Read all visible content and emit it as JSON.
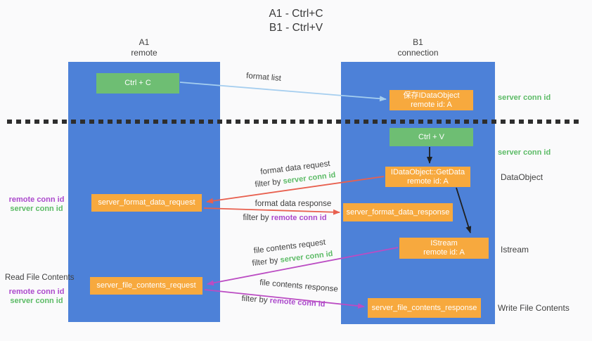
{
  "title": {
    "line1": "A1 - Ctrl+C",
    "line2": "B1 - Ctrl+V"
  },
  "columns": {
    "left": {
      "id": "A1",
      "role": "remote"
    },
    "right": {
      "id": "B1",
      "role": "connection"
    }
  },
  "nodes": {
    "ctrl_c": "Ctrl + C",
    "ctrl_v": "Ctrl + V",
    "save_idataobject": {
      "line1": "保存IDataObject",
      "line2": "remote id: A"
    },
    "getdata": {
      "line1": "IDataObject::GetData",
      "line2": "remote id: A"
    },
    "istream": {
      "line1": "IStream",
      "line2": "remote id: A"
    },
    "format_request": "server_format_data_request",
    "format_response": "server_format_data_response",
    "file_request": "server_file_contents_request",
    "file_response": "server_file_contents_response"
  },
  "arrow_labels": {
    "format_list": "format list",
    "format_data_request": "format data request",
    "format_data_response": "format data response",
    "file_contents_request": "file contents request",
    "file_contents_response": "file contents response",
    "filter_by": "filter by ",
    "server_conn_id": "server conn id",
    "remote_conn_id": "remote conn id"
  },
  "side_labels": {
    "server_conn_id": "server conn id",
    "remote_conn_id": "remote conn id",
    "dataobject": "DataObject",
    "istream": "Istream",
    "read_file_contents": "Read File Contents",
    "write_file_contents": "Write File Contents"
  },
  "colors": {
    "column_blue": "#4d81d8",
    "box_green": "#6ebe73",
    "box_orange": "#f7a93e",
    "green_text": "#5cbb66",
    "purple_text": "#ab49cc",
    "red_arrow": "#e8604f",
    "magenta_arrow": "#bb4cc3",
    "light_blue_arrow": "#a5ceef",
    "black_arrow": "#1f1f1f"
  }
}
